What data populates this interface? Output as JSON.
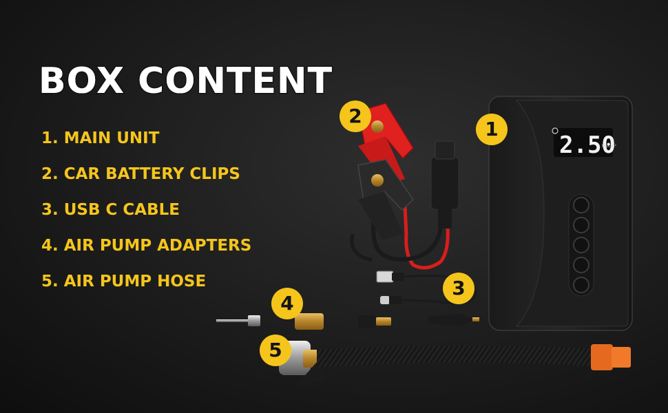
{
  "heading": "BOX CONTENT",
  "items": [
    "1. MAIN UNIT",
    "2. CAR BATTERY CLIPS",
    "3. USB C CABLE",
    "4. AIR PUMP ADAPTERS",
    "5. AIR PUMP HOSE"
  ],
  "badges": [
    "1",
    "2",
    "3",
    "4",
    "5"
  ],
  "display": {
    "value": "2.50",
    "unit": "kg/cm²"
  },
  "colors": {
    "accent": "#f5c51c",
    "background": "#1c1c1c",
    "clip_red": "#e0211f",
    "hose_tip": "#e56a1f",
    "brass": "#c89a3a"
  }
}
